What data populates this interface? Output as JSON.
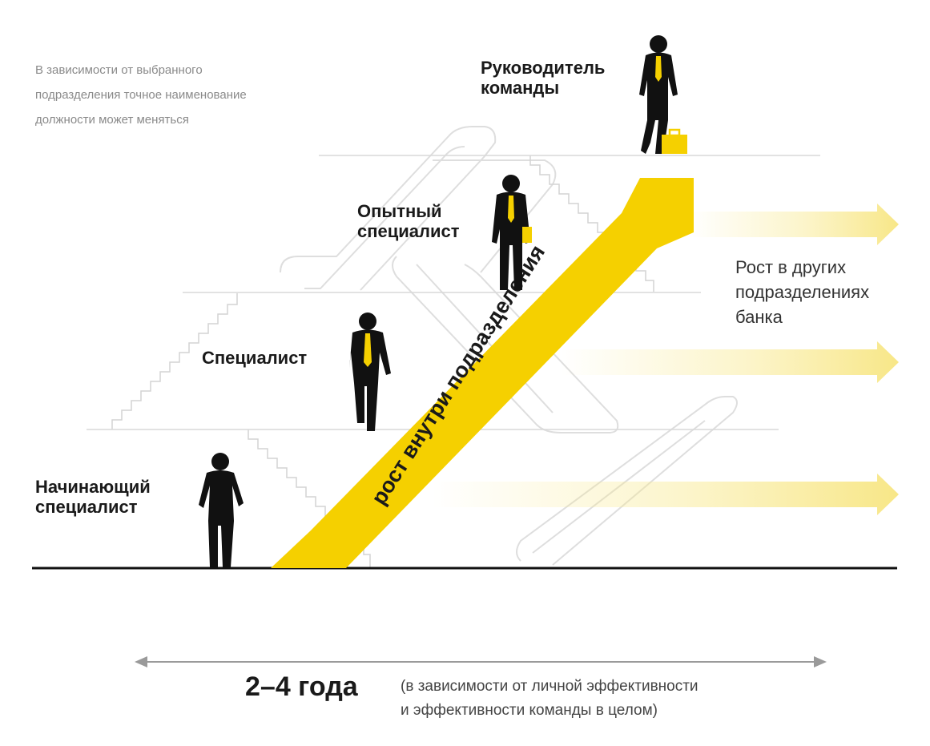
{
  "note": {
    "lines": [
      "В зависимости от выбранного",
      "подразделения точное наименование",
      "должности может меняться"
    ]
  },
  "levels": [
    {
      "lines": [
        "Начинающий",
        "специалист"
      ]
    },
    {
      "lines": [
        "Специалист"
      ]
    },
    {
      "lines": [
        "Опытный",
        "специалист"
      ]
    },
    {
      "lines": [
        "Руководитель",
        "команды"
      ]
    }
  ],
  "growth_label": "рост внутри подразделения",
  "other_growth": {
    "lines": [
      "Рост в других",
      "подразделениях",
      "банка"
    ]
  },
  "duration": {
    "value": "2–4 года",
    "note_lines": [
      "(в зависимости от личной эффективности",
      "и эффективности команды в целом)"
    ]
  },
  "colors": {
    "accent": "#f5d000",
    "text": "#1a1a1a",
    "muted": "#8a8a8a",
    "line": "#d9d9d9",
    "arrow_grey": "#9a9a9a"
  }
}
